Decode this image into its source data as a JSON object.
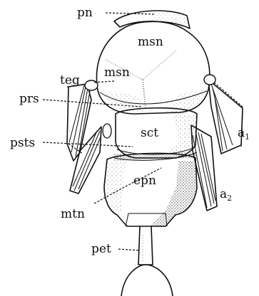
{
  "figure": {
    "labels": {
      "pn": "pn",
      "msn_upper": "msn",
      "msn_lower": "msn",
      "teg": "teg",
      "prs": "prs",
      "sct": "sct",
      "psts": "psts",
      "a1": "a",
      "a1_sub": "1",
      "epn": "epn",
      "a2": "a",
      "a2_sub": "2",
      "mtn": "mtn",
      "pet": "pet"
    }
  }
}
